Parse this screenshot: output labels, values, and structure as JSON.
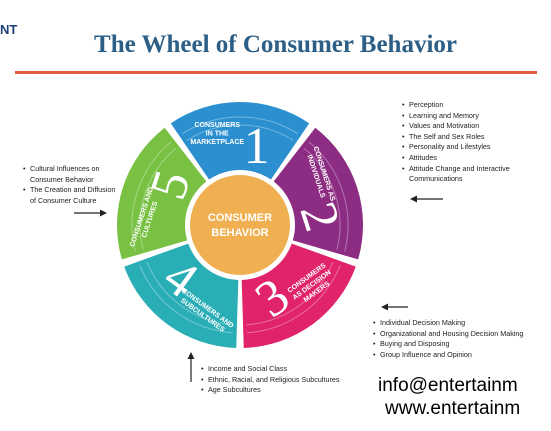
{
  "logo": {
    "text": "NT"
  },
  "title": "The Wheel of Consumer Behavior",
  "wheel": {
    "center_label": [
      "CONSUMER",
      "BEHAVIOR"
    ],
    "segments": [
      {
        "number": "1",
        "label": [
          "CONSUMERS",
          "IN THE",
          "MARKETPLACE"
        ],
        "color": "#2b8fd0"
      },
      {
        "number": "2",
        "label": [
          "CONSUMERS AS",
          "INDIVIDUALS"
        ],
        "color": "#8c2c83"
      },
      {
        "number": "3",
        "label": [
          "CONSUMERS",
          "AS DECISION",
          "MAKERS"
        ],
        "color": "#e0236a"
      },
      {
        "number": "4",
        "label": [
          "CONSUMERS AND",
          "SUBCULTURES"
        ],
        "color": "#2aaeb6"
      },
      {
        "number": "5",
        "label": [
          "CONSUMERS AND",
          "CULTURES"
        ],
        "color": "#79c143"
      }
    ],
    "center_color": "#f0b051"
  },
  "notes": {
    "individuals": [
      "Perception",
      "Learning and Memory",
      "Values and Motivation",
      "The Self and Sex Roles",
      "Personality and Lifestyles",
      "Attitudes",
      "Attitude Change and Interactive Communications"
    ],
    "decision_makers": [
      "Individual Decision Making",
      "Organizational and Housing Decision Making",
      "Buying and Disposing",
      "Group Influence and Opinion"
    ],
    "subcultures": [
      "Income and Social Class",
      "Ethnic, Racial, and Religious Subcultures",
      "Age Subcultures"
    ],
    "cultures": [
      "Cultural Influences on Consumer Behavior",
      "The Creation and Diffusion of Consumer Culture"
    ]
  },
  "contact": {
    "email": "info@entertainm",
    "web": "www.entertainm"
  }
}
